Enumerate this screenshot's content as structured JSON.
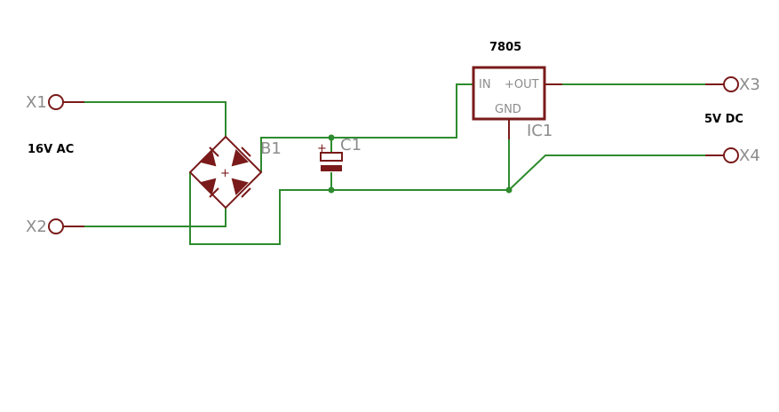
{
  "schematic": {
    "connectors": {
      "x1": "X1",
      "x2": "X2",
      "x3": "X3",
      "x4": "X4"
    },
    "input_label": "16V AC",
    "output_label": "5V DC",
    "bridge": {
      "name": "B1",
      "center_mark": "+"
    },
    "capacitor": {
      "name": "C1",
      "polarity_mark": "+"
    },
    "regulator": {
      "part_value": "7805",
      "name": "IC1",
      "pin_in": "IN",
      "pin_out": "+OUT",
      "pin_gnd": "GND"
    },
    "colors": {
      "wire": "#2e8b2e",
      "component": "#7a1a1a",
      "pin_text": "#8c8c8c"
    }
  }
}
